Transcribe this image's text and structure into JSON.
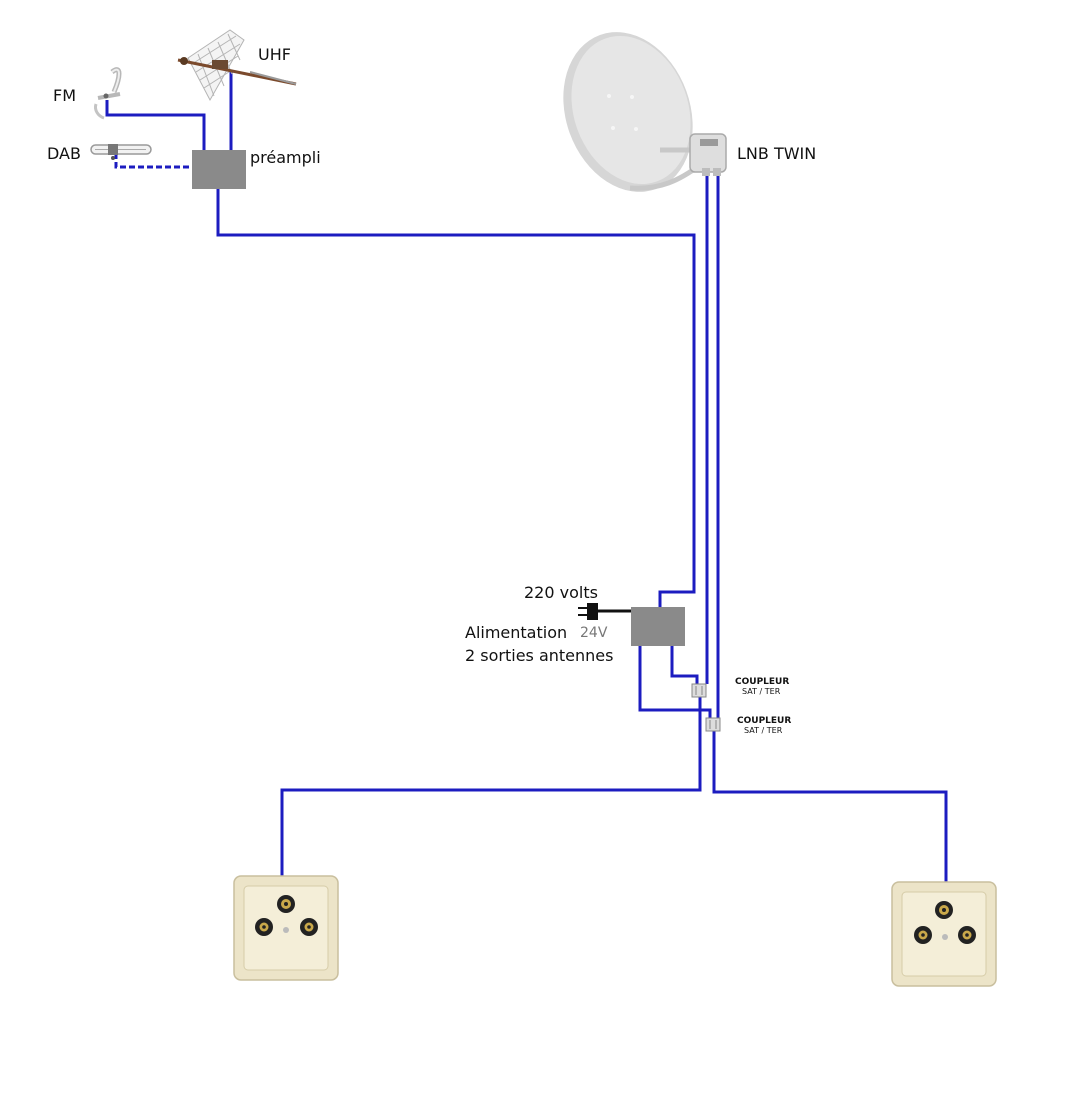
{
  "labels": {
    "uhf": "UHF",
    "fm": "FM",
    "dab": "DAB",
    "preampli": "préampli",
    "lnb": "LNB TWIN",
    "volts": "220 volts",
    "alimentation": "Alimentation",
    "v24": "24V",
    "sorties": "2 sorties antennes",
    "coupleur1_line1": "COUPLEUR",
    "coupleur1_line2": "SAT / TER",
    "coupleur2_line1": "COUPLEUR",
    "coupleur2_line2": "SAT / TER"
  },
  "colors": {
    "cable": "#1c1cc0",
    "box": "#8a8a8a",
    "outlet": "#ece4c8",
    "dish": "#e2e2e2"
  }
}
